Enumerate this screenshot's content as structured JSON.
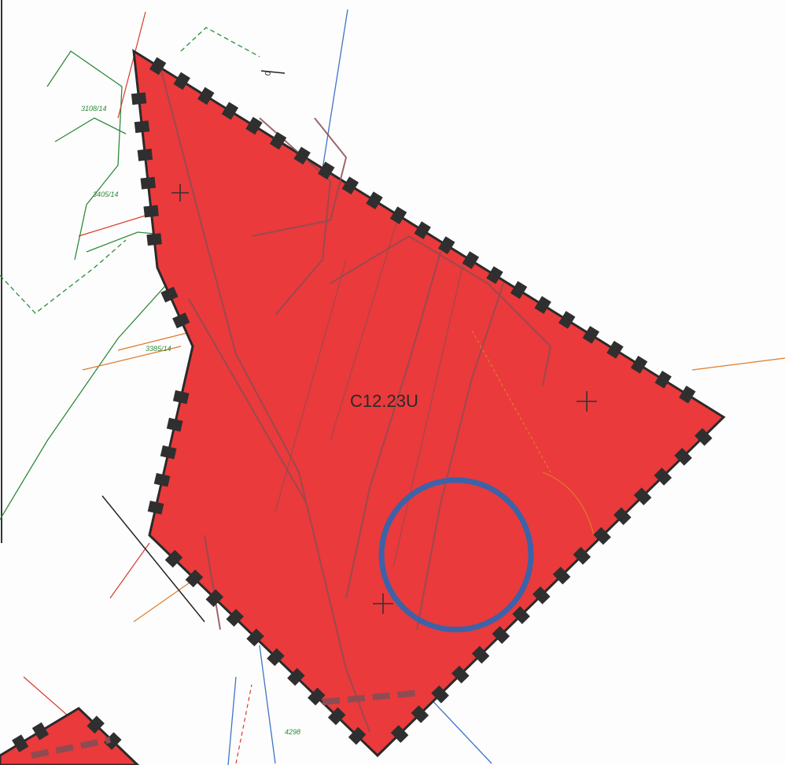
{
  "map": {
    "zone_label": "C12.23U",
    "parcel_labels": [
      "3108/14",
      "3405/14",
      "3385/14",
      "4298"
    ],
    "north_marker": "0",
    "colors": {
      "zone_fill": "#ea3a3c",
      "boundary": "#2a2a2a",
      "highlight_circle": "#3d62a8",
      "cadastral_green": "#2f8a3a",
      "water_blue": "#3f73c8",
      "utility_orange": "#e07a2a",
      "internal_lines": "#8e4c52"
    },
    "highlight_circle": {
      "shape": "circle"
    },
    "crosshair_icon": "crosshair-icon"
  }
}
